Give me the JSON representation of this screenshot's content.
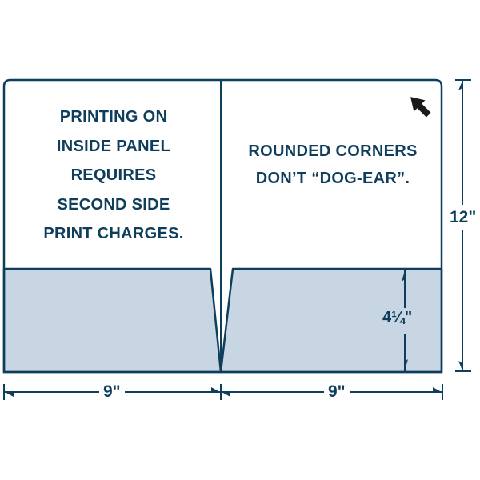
{
  "diagram": {
    "type": "two-pocket presentation folder spec",
    "colors": {
      "outline": "#0f3d5c",
      "pocket_fill": "#c8d5e2",
      "panel_fill": "#ffffff",
      "arrow": "#1a1a1a"
    },
    "left_panel": {
      "note_lines": [
        "PRINTING ON",
        "INSIDE PANEL",
        "REQUIRES",
        "SECOND SIDE",
        "PRINT CHARGES."
      ]
    },
    "right_panel": {
      "note_lines": [
        "ROUNDED CORNERS",
        "DON’T “DOG-EAR”."
      ],
      "corner_arrow_icon": "arrow-up-right-icon"
    },
    "dimensions": {
      "height": "12\"",
      "left_width": "9\"",
      "right_width": "9\"",
      "pocket_height": "4¼\""
    }
  }
}
